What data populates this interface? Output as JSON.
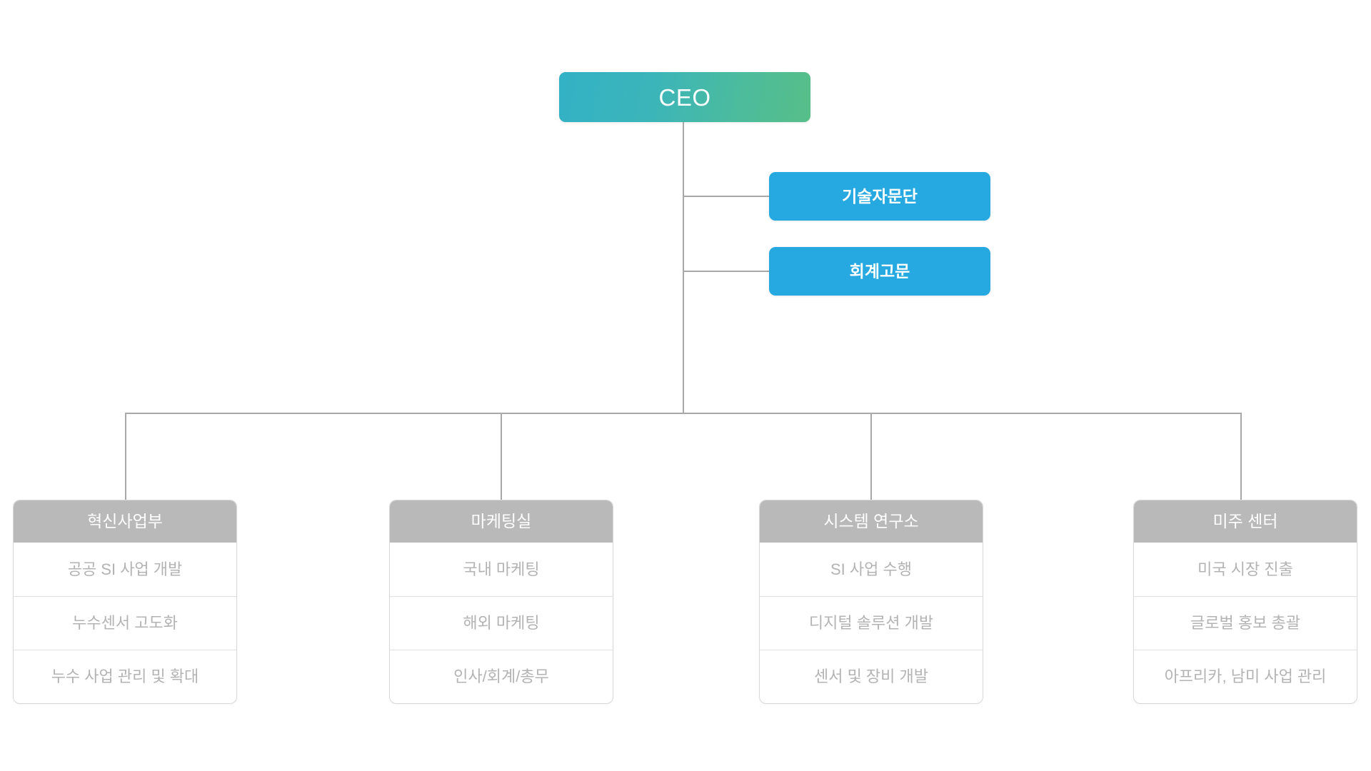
{
  "chart": {
    "type": "org-chart",
    "title": "",
    "root": {
      "id": "ceo",
      "label": "CEO",
      "style": "gradient-teal-green"
    },
    "advisors": [
      {
        "id": "tech-advisory",
        "label": "기술자문단",
        "style": "blue"
      },
      {
        "id": "accounting-advisor",
        "label": "회계고문",
        "style": "blue"
      }
    ],
    "departments": [
      {
        "id": "innovation-division",
        "header": "혁신사업부",
        "items": [
          "공공 SI 사업 개발",
          "누수센서 고도화",
          "누수 사업 관리 및 확대"
        ]
      },
      {
        "id": "marketing-office",
        "header": "마케팅실",
        "items": [
          "국내 마케팅",
          "해외 마케팅",
          "인사/회계/총무"
        ]
      },
      {
        "id": "systems-research-institute",
        "header": "시스템 연구소",
        "items": [
          "SI 사업 수행",
          "디지털 솔루션 개발",
          "센서 및 장비 개발"
        ]
      },
      {
        "id": "americas-center",
        "header": "미주 센터",
        "items": [
          "미국 시장 진출",
          "글로벌 홍보 총괄",
          "아프리카, 남미 사업 관리"
        ]
      }
    ],
    "colors": {
      "ceo_gradient_start": "#33b2c6",
      "ceo_gradient_end": "#57be88",
      "advisor_blue": "#26a9e0",
      "department_header_gray": "#b9b9b9",
      "item_text_gray": "#b3b3b3",
      "connector_line": "#a8a8a8",
      "card_border": "#d8d8d8",
      "background": "#ffffff"
    }
  }
}
